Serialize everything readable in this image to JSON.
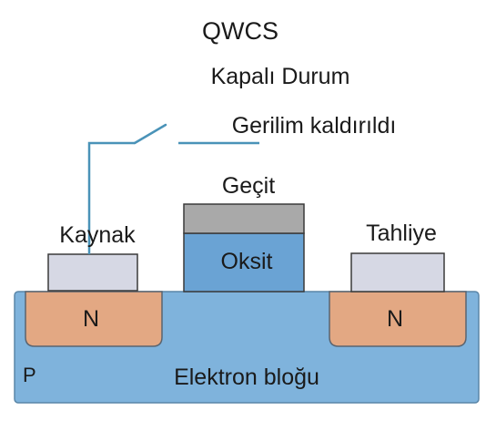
{
  "title": "QWCS",
  "state_label": "Kapalı Durum",
  "voltage_label": "Gerilim kaldırıldı",
  "gate_label": "Geçit",
  "oxide_label": "Oksit",
  "source_label": "Kaynak",
  "drain_label": "Tahliye",
  "source_region_label": "N",
  "drain_region_label": "N",
  "substrate_type_label": "P",
  "substrate_label": "Elektron bloğu",
  "switch_state": "open",
  "colors": {
    "substrate": "#7fb3dc",
    "substrate_border": "#5a86a8",
    "n_region": "#e3a883",
    "n_region_border": "#5a6470",
    "oxide": "#6aa3d4",
    "gate": "#a9a9a9",
    "contact": "#d6d8e4",
    "wire": "#4a93b8",
    "text": "#1a1a1a"
  }
}
